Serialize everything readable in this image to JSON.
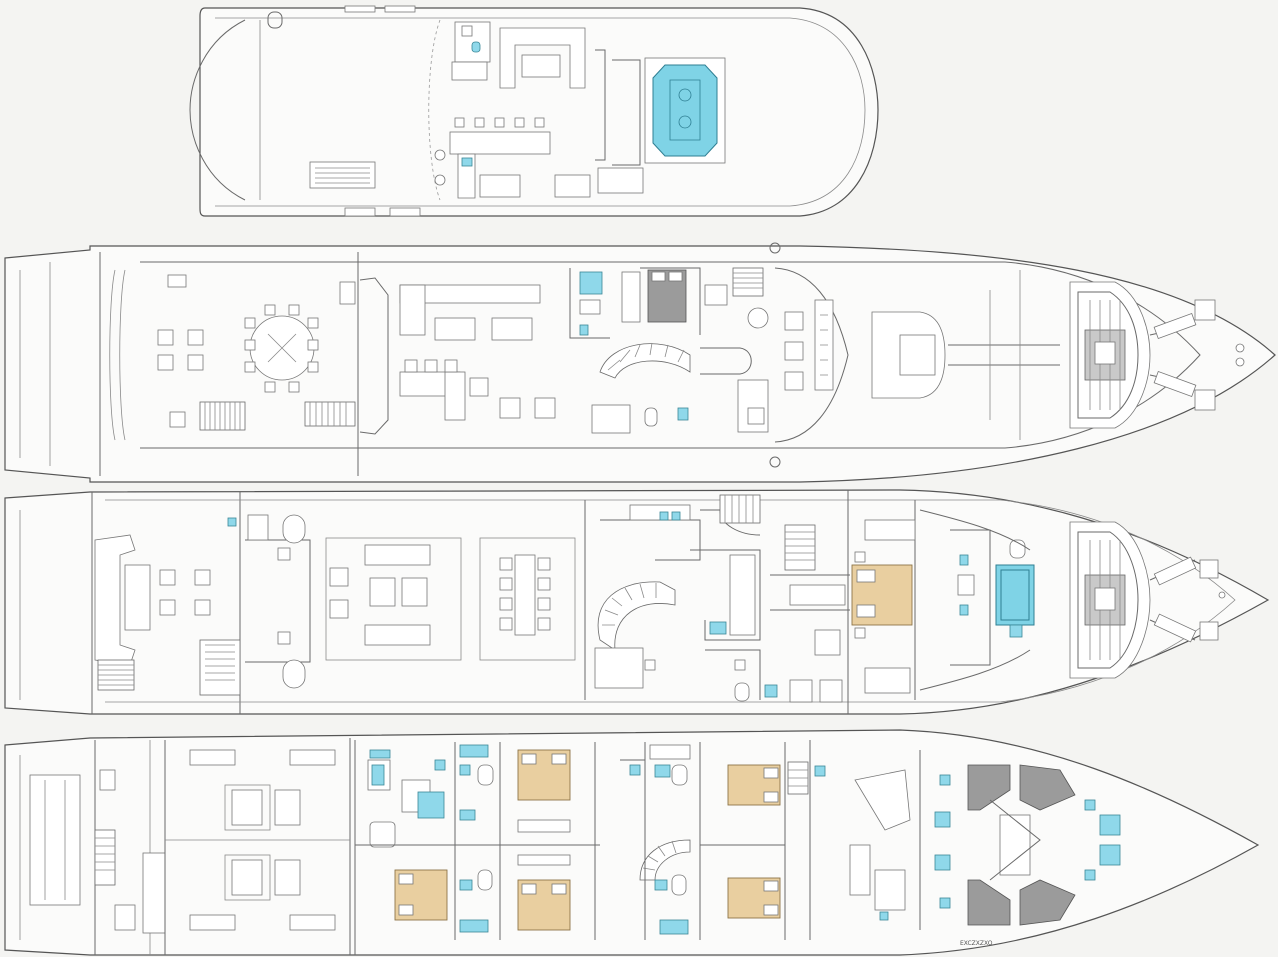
{
  "drawing": {
    "title": "",
    "decks": [
      {
        "id": "sun-deck"
      },
      {
        "id": "bridge-deck"
      },
      {
        "id": "main-deck"
      },
      {
        "id": "lower-deck"
      }
    ],
    "colors": {
      "pool": "#7fd3e6",
      "bathroom_fixture": "#8fd8ea",
      "bed": "#e9cfa0",
      "service_area": "#9b9b9b",
      "line": "#6a6a6a",
      "background": "#f4f4f2"
    },
    "labels": {
      "lower_deck_mark": "EXCZXZXO"
    }
  }
}
